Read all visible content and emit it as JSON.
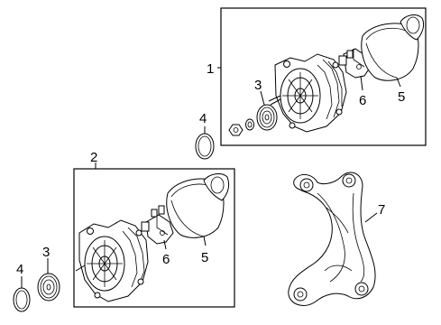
{
  "callouts": {
    "c1": "1",
    "c2": "2",
    "c3_top": "3",
    "c3_bottom": "3",
    "c4_top": "4",
    "c4_bottom": "4",
    "c5_top": "5",
    "c5_bottom": "5",
    "c6_top": "6",
    "c6_bottom": "6",
    "c7": "7"
  },
  "colors": {
    "line": "#000000",
    "background": "#ffffff"
  }
}
